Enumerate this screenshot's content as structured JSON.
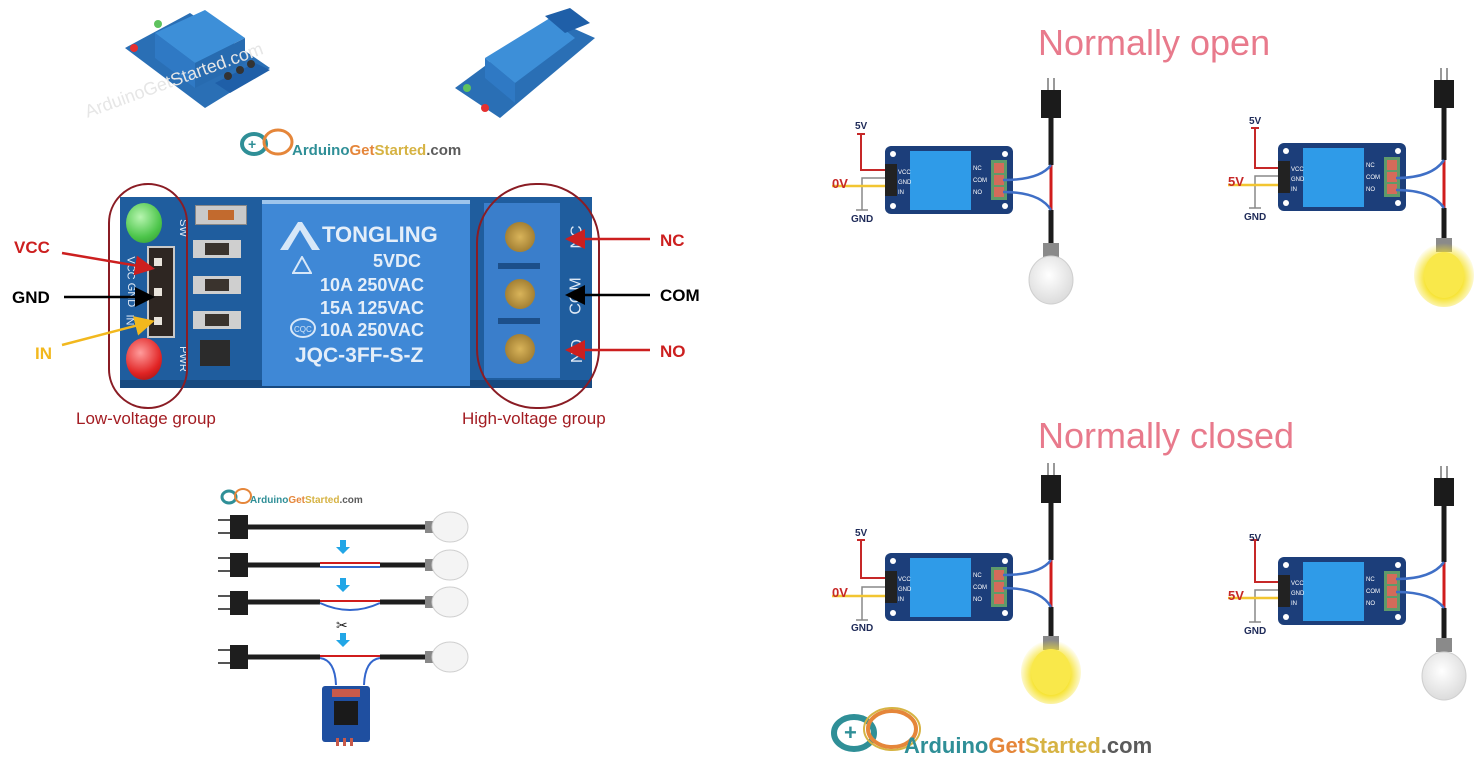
{
  "top_products": {
    "watermark": "ArduinoGetStarted.com",
    "logo": {
      "part1": "Arduino",
      "part2": "Get",
      "part3": "Started",
      "part4": ".com"
    }
  },
  "relay_module": {
    "relay_brand": "TONGLING",
    "relay_lines": [
      "5VDC",
      "10A 250VAC",
      "15A 125VAC",
      "10A 250VAC"
    ],
    "relay_model": "JQC-3FF-S-Z",
    "silk_left": [
      "VCC",
      "GND",
      "IN"
    ],
    "silk_right": [
      "NC",
      "COM",
      "NO"
    ],
    "silk_sw": "SW",
    "silk_pwr": "PWR",
    "pin_labels_left": [
      {
        "text": "VCC",
        "color": "#cc1f1f"
      },
      {
        "text": "GND",
        "color": "#000000"
      },
      {
        "text": "IN",
        "color": "#f2b81e"
      }
    ],
    "pin_labels_right": [
      {
        "text": "NC",
        "color": "#cc1f1f"
      },
      {
        "text": "COM",
        "color": "#000000"
      },
      {
        "text": "NO",
        "color": "#cc1f1f"
      }
    ],
    "group_low": "Low-voltage group",
    "group_high": "High-voltage group"
  },
  "wiring_steps": {
    "logo": {
      "part1": "Arduino",
      "part2": "Get",
      "part3": "Started",
      "part4": ".com"
    },
    "step_count": 4
  },
  "normally_open": {
    "title": "Normally open",
    "left": {
      "vcc": "5V",
      "in": "0V",
      "gnd": "GND",
      "lamp": "off"
    },
    "right": {
      "vcc": "5V",
      "in": "5V",
      "gnd": "GND",
      "lamp": "on"
    }
  },
  "normally_closed": {
    "title": "Normally closed",
    "left": {
      "vcc": "5V",
      "in": "0V",
      "gnd": "GND",
      "lamp": "on"
    },
    "right": {
      "vcc": "5V",
      "in": "5V",
      "gnd": "GND",
      "lamp": "off"
    }
  },
  "module_pins": [
    "VCC",
    "GND",
    "IN"
  ],
  "module_terms": [
    "NC",
    "COM",
    "NO"
  ],
  "footer_logo": {
    "part1": "Arduino",
    "part2": "Get",
    "part3": "Started",
    "part4": ".com"
  }
}
